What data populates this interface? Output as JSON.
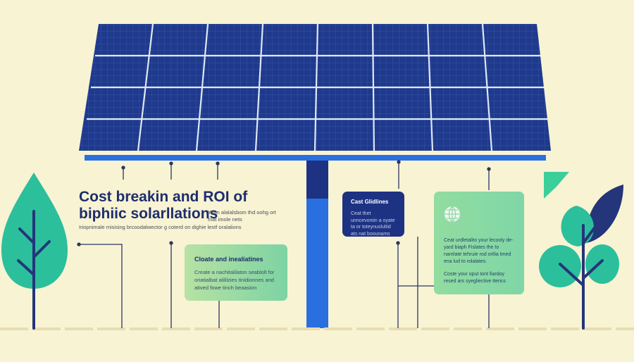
{
  "title": {
    "line1": "Cost breakin and ROI of",
    "line2": "biphiic solarllations"
  },
  "side_note": "Youn alalalsbom thd oohg ort fnat imole nets",
  "subtitle": "Iriopnimale misising brcoodalwector g coterd on dighie lestf oralalions",
  "cards": [
    {
      "heading": "Cloate and inealiatines",
      "body": "Create a nachitalilaton seablolt for oriatialbat alililzies tinidionnes and atived fowe tinch beaasion"
    },
    {
      "heading": "Cast Glidlines",
      "body": "Ceat thet unncevomin a oyate ta or toteynuslultid ats nat boounams"
    },
    {
      "icon": "globe-icon",
      "body1": "Ceat urdletalito your lecooly de-yard biaph Fislates the to narelate tehruie rod ortlia tmed ena lud to rolalates.",
      "body2": "Coste your oput tont fiardoy resed ars syegliective tterics"
    }
  ],
  "colors": {
    "background": "#f8f3d2",
    "navy": "#1d2d6e",
    "panel": "#1f3a8c",
    "pole": "#2a6fe0",
    "leaf": "#2cbf9c"
  }
}
